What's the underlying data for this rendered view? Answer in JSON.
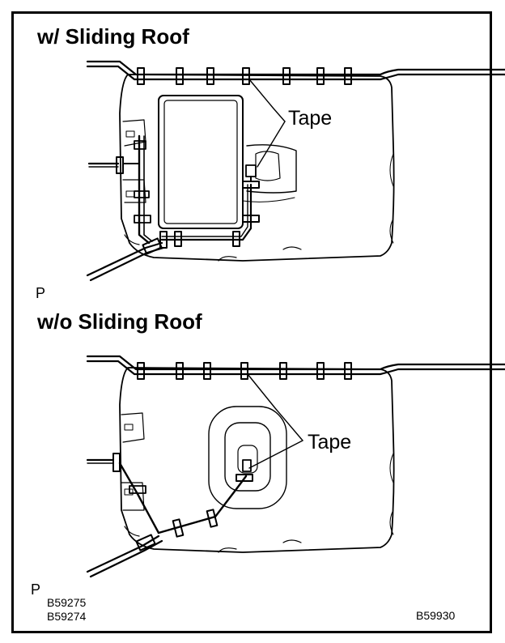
{
  "top_panel": {
    "title": "w/ Sliding Roof",
    "callout": "Tape",
    "corner_mark": "P"
  },
  "bottom_panel": {
    "title": "w/o Sliding Roof",
    "callout": "Tape",
    "corner_mark": "P"
  },
  "codes": {
    "left_top": "B59275",
    "left_bottom": "B59274",
    "right": "B59930"
  }
}
